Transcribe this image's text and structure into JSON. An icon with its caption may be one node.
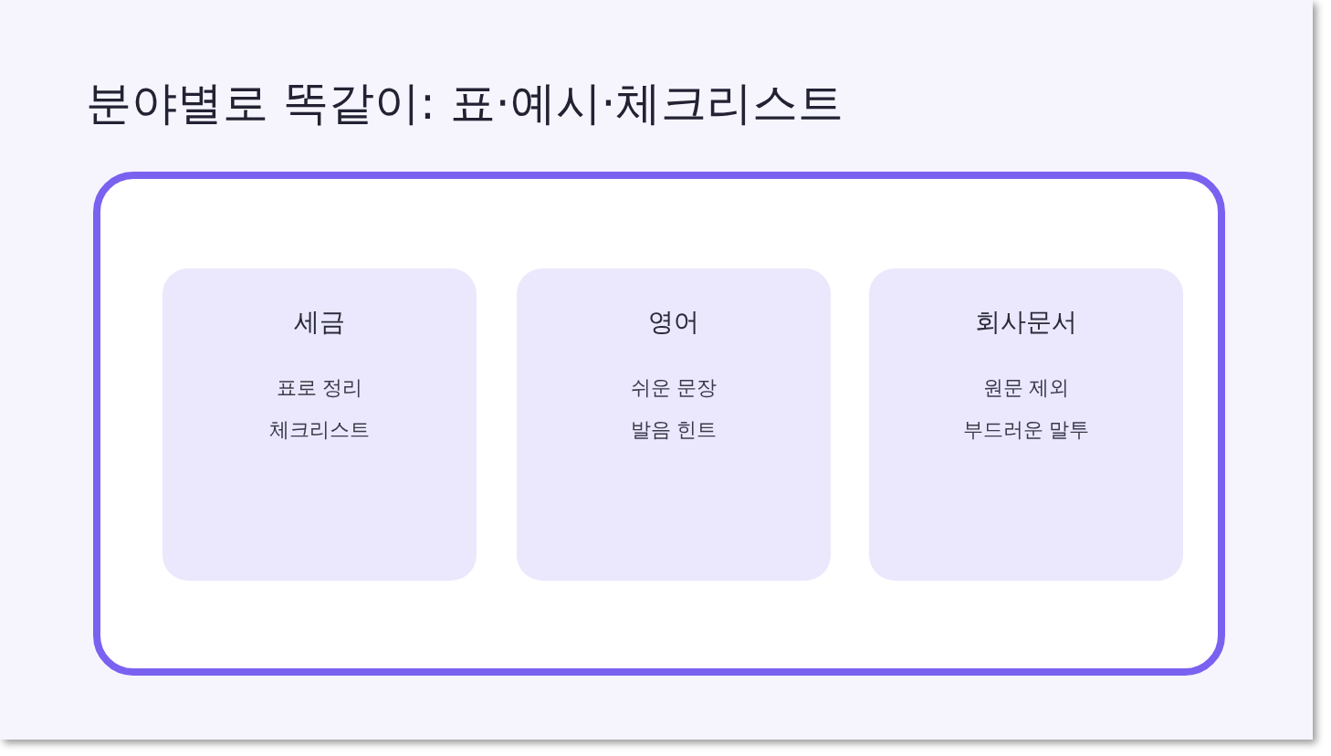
{
  "diagram": {
    "title": "분야별로 똑같이: 표·예시·체크리스트",
    "nodes": [
      {
        "text": [],
        "shape": "box"
      },
      {
        "text": [
          "세금",
          "표로 정리",
          "체크리스트"
        ],
        "in": 0
      },
      {
        "text": [
          "영어",
          "쉬운 문장",
          "발음 힌트"
        ],
        "in": 0
      },
      {
        "text": [
          "회사문서",
          "원문 제외",
          "부드러운 말투"
        ],
        "in": 0
      }
    ],
    "edges": []
  }
}
